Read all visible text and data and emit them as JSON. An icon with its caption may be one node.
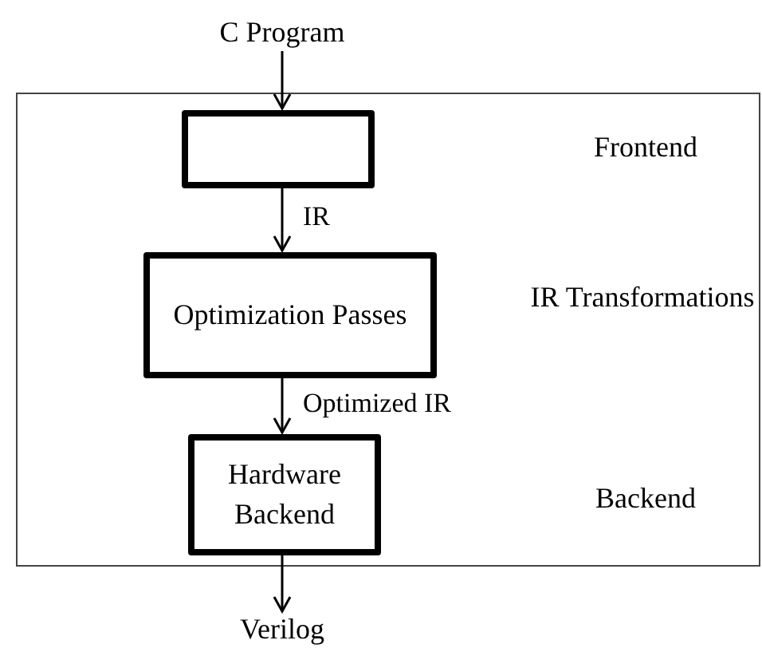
{
  "diagram": {
    "nodes": [
      {
        "text": [],
        "shape": "box"
      },
      {
        "text": [
          "C Program"
        ]
      },
      {
        "text": [],
        "shape": "box",
        "in": 0
      },
      {
        "text": [
          "Optimization Passes"
        ],
        "in": 0
      },
      {
        "text": [
          "Hardware Backend"
        ],
        "in": 0
      },
      {
        "text": [
          "Verilog"
        ]
      }
    ],
    "edges": [
      {
        "from": 1,
        "to": 2,
        "arrow": "to"
      },
      {
        "from": 2,
        "to": 3,
        "arrow": "to",
        "label": "IR"
      },
      {
        "from": 3,
        "to": 4,
        "arrow": "to",
        "label": "Optimized IR"
      },
      {
        "from": 4,
        "to": 5,
        "arrow": "to"
      }
    ],
    "labels": [
      "Frontend",
      "IR Transformations",
      "Backend"
    ]
  }
}
